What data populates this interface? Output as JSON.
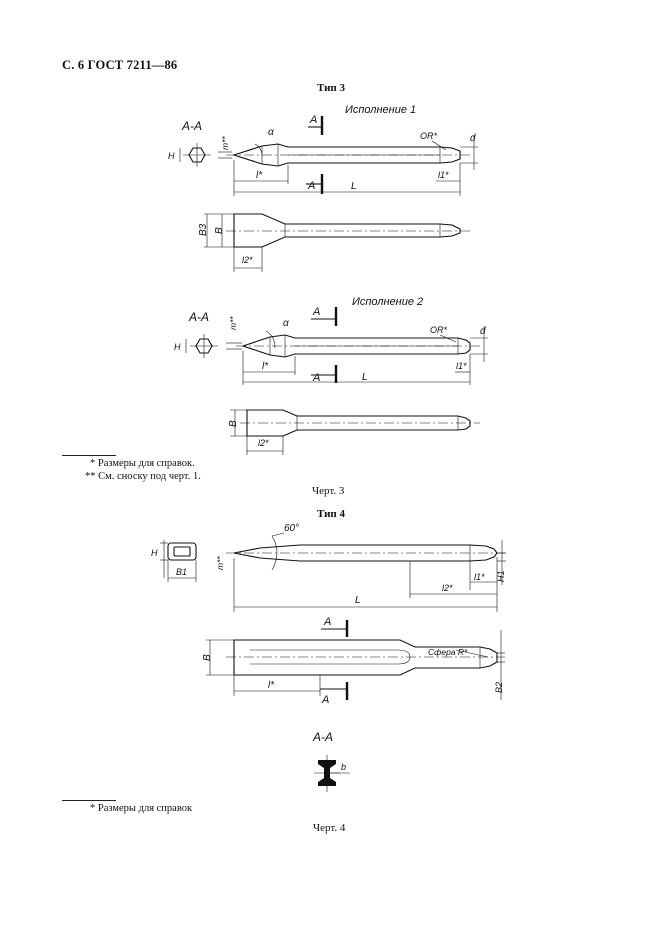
{
  "header": {
    "text": "С. 6 ГОСТ 7211—86"
  },
  "type3": {
    "title": "Тип 3",
    "variant1": "Исполнение 1",
    "variant2": "Исполнение 2",
    "labels": {
      "section": "A-A",
      "section_mark": "A",
      "H": "H",
      "m": "m**",
      "alpha": "α",
      "l": "l*",
      "L": "L",
      "R": "OR*",
      "d": "d",
      "l1": "l1*",
      "B": "B",
      "B3": "B3",
      "l2": "l2*"
    },
    "footnotes": [
      "* Размеры для справок.",
      "** См. сноску под черт. 1."
    ],
    "caption": "Черт. 3"
  },
  "type4": {
    "title": "Тип 4",
    "labels": {
      "H": "H",
      "B1": "B1",
      "m": "m**",
      "angle": "60°",
      "L": "L",
      "l1": "l1*",
      "l2": "l2*",
      "H1": "H1",
      "section_mark": "A",
      "B": "B",
      "sphere": "Сфера R*",
      "l": "l*",
      "B2": "B2",
      "section": "A-A",
      "b": "b"
    },
    "footnote": "* Размеры для справок",
    "caption": "Черт. 4"
  }
}
